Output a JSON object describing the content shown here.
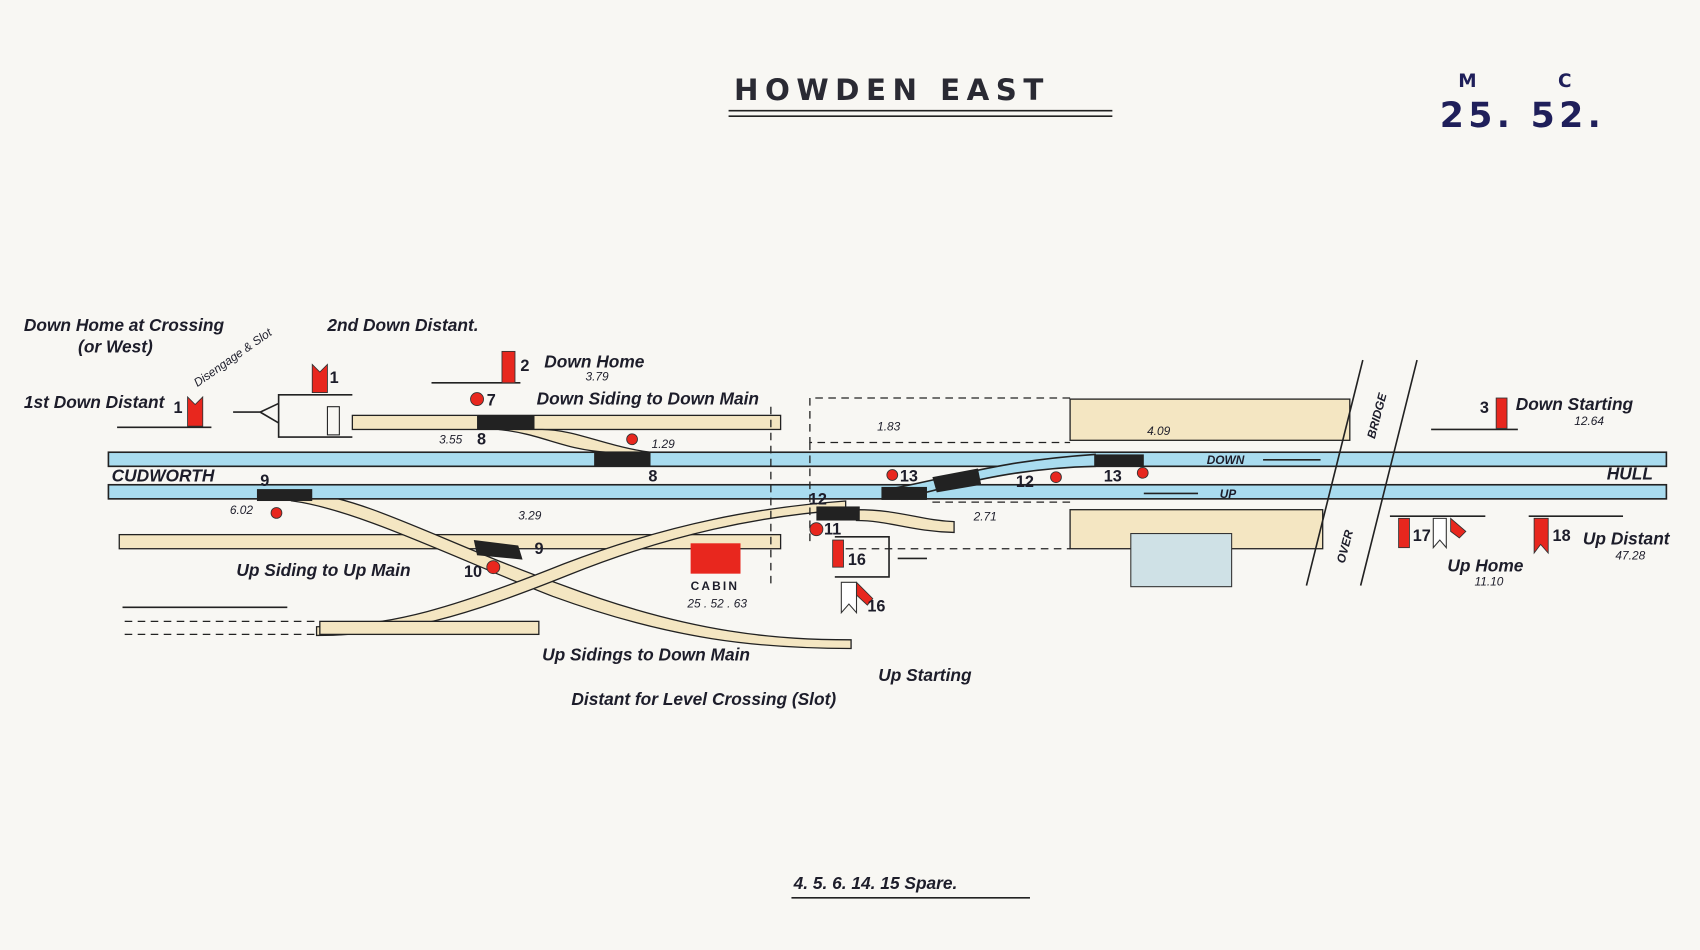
{
  "title": "HOWDEN EAST",
  "mileage": {
    "m_label": "M",
    "c_label": "C",
    "value": "25. 52."
  },
  "ends": {
    "west": "CUDWORTH",
    "east": "HULL"
  },
  "lines": {
    "down": "DOWN",
    "up": "UP"
  },
  "bridge": {
    "top": "BRIDGE",
    "bottom": "OVER"
  },
  "labels": {
    "down_home_crossing": "Down Home at Crossing",
    "or_west": "(or West)",
    "disengage": "Disengage & Slot",
    "second_down_distant": "2nd Down Distant.",
    "first_down_distant": "1st Down Distant",
    "down_home": "Down Home",
    "down_home_dist": "3.79",
    "down_siding": "Down Siding to Down Main",
    "down_starting": "Down Starting",
    "down_starting_dist": "12.64",
    "up_siding_up_main": "Up Siding to Up Main",
    "up_sidings_down_main": "Up Sidings to Down Main",
    "distant_level_crossing": "Distant for Level Crossing (Slot)",
    "up_starting": "Up Starting",
    "up_home": "Up Home",
    "up_home_dist": "11.10",
    "up_distant": "Up Distant",
    "up_distant_dist": "47.28",
    "cabin": "CABIN",
    "cabin_mileage": "25 . 52 . 63",
    "spare": "4. 5. 6. 14. 15 Spare."
  },
  "distances": {
    "d355": "3.55",
    "d129": "1.29",
    "d602": "6.02",
    "d329": "3.29",
    "d183": "1.83",
    "d271": "2.71",
    "d409": "4.09"
  },
  "levers": {
    "l1": "1",
    "l2": "2",
    "l3": "3",
    "l7": "7",
    "l8": "8",
    "l9": "9",
    "l10": "10",
    "l11": "11",
    "l12": "12",
    "l13": "13",
    "l16": "16",
    "l17": "17",
    "l18": "18"
  },
  "colors": {
    "main_line": "#a9dcef",
    "siding": "#f4e6c2",
    "signal": "#e8271e",
    "cabin": "#e8271e"
  }
}
